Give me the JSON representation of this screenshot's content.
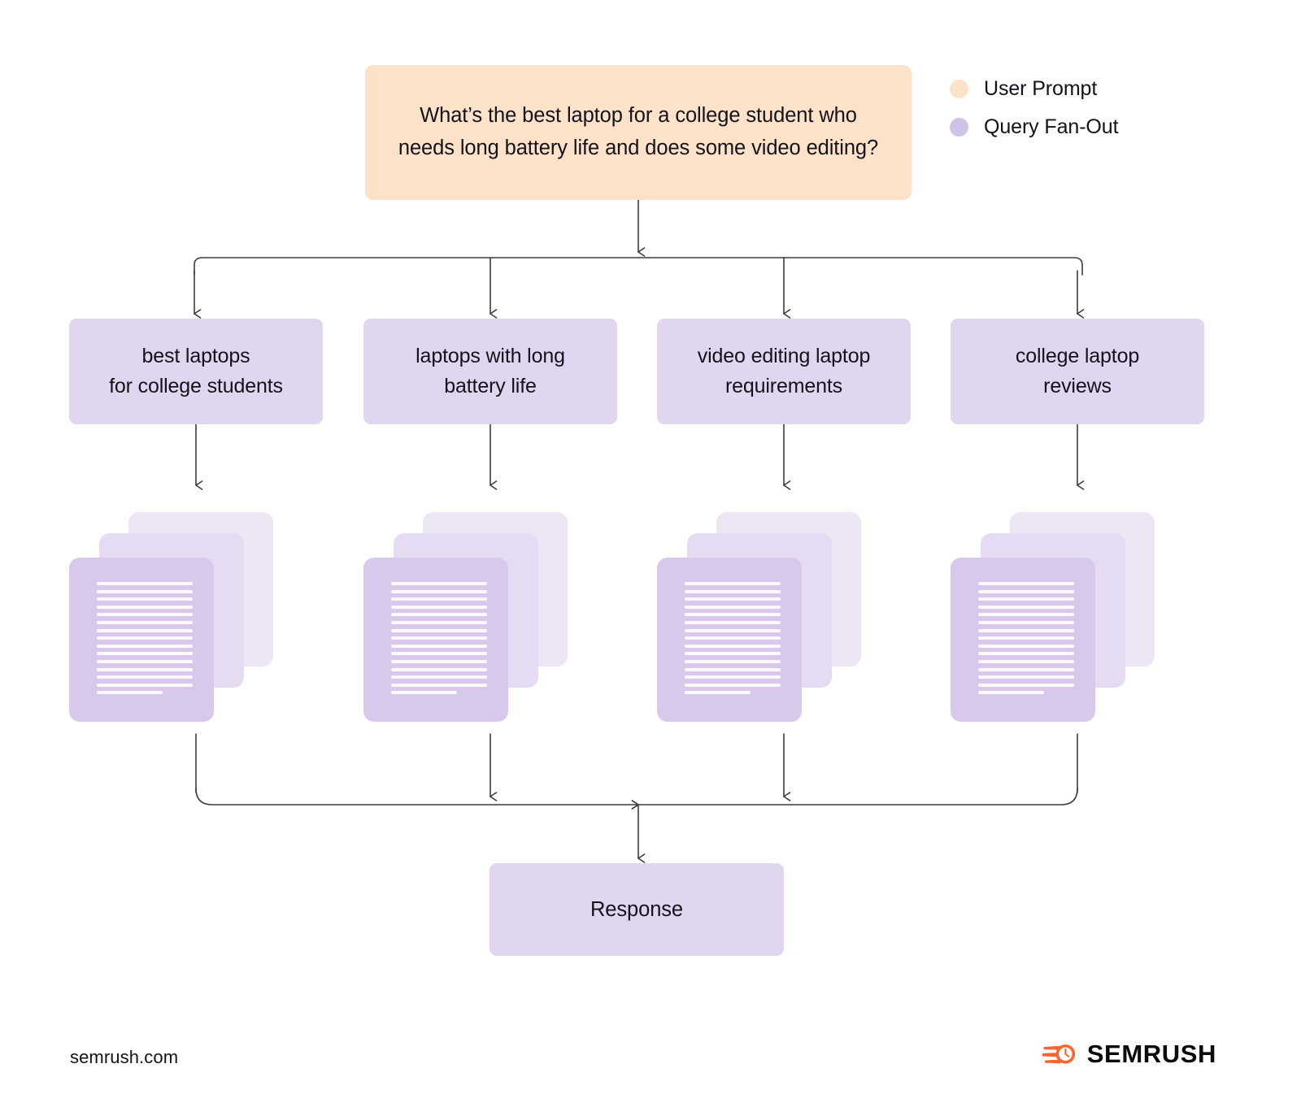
{
  "legend": {
    "items": [
      {
        "label": "User Prompt",
        "color": "#FBE2C9",
        "icon": "legend-dot-icon"
      },
      {
        "label": "Query Fan-Out",
        "color": "#CEC2E6",
        "icon": "legend-dot-icon"
      }
    ]
  },
  "prompt": {
    "text": "What’s the best laptop for a college student who needs long battery life and does some video editing?",
    "color": "#FBE2C9"
  },
  "queries": [
    {
      "label": "best laptops\nfor college students"
    },
    {
      "label": "laptops with long\nbattery life"
    },
    {
      "label": "video editing laptop\nrequirements"
    },
    {
      "label": "college laptop\nreviews"
    }
  ],
  "documents": {
    "stack_count": 3,
    "line_count": 14,
    "has_short_last_line": true,
    "front_color": "#D8C9EC",
    "mid_color": "#E5DBF2",
    "back_color": "#EDE6F5"
  },
  "response": {
    "label": "Response",
    "color": "#E1D6F0"
  },
  "footer": {
    "url": "semrush.com",
    "brand": "SEMRUSH",
    "brand_icon": "semrush-flame-icon",
    "brand_color": "#FF642D"
  },
  "colors": {
    "query_box": "#E1D6F0",
    "prompt_box": "#FBE2C9",
    "connector": "#3b3b44",
    "background": "#FFFFFF",
    "text": "#14121A"
  }
}
